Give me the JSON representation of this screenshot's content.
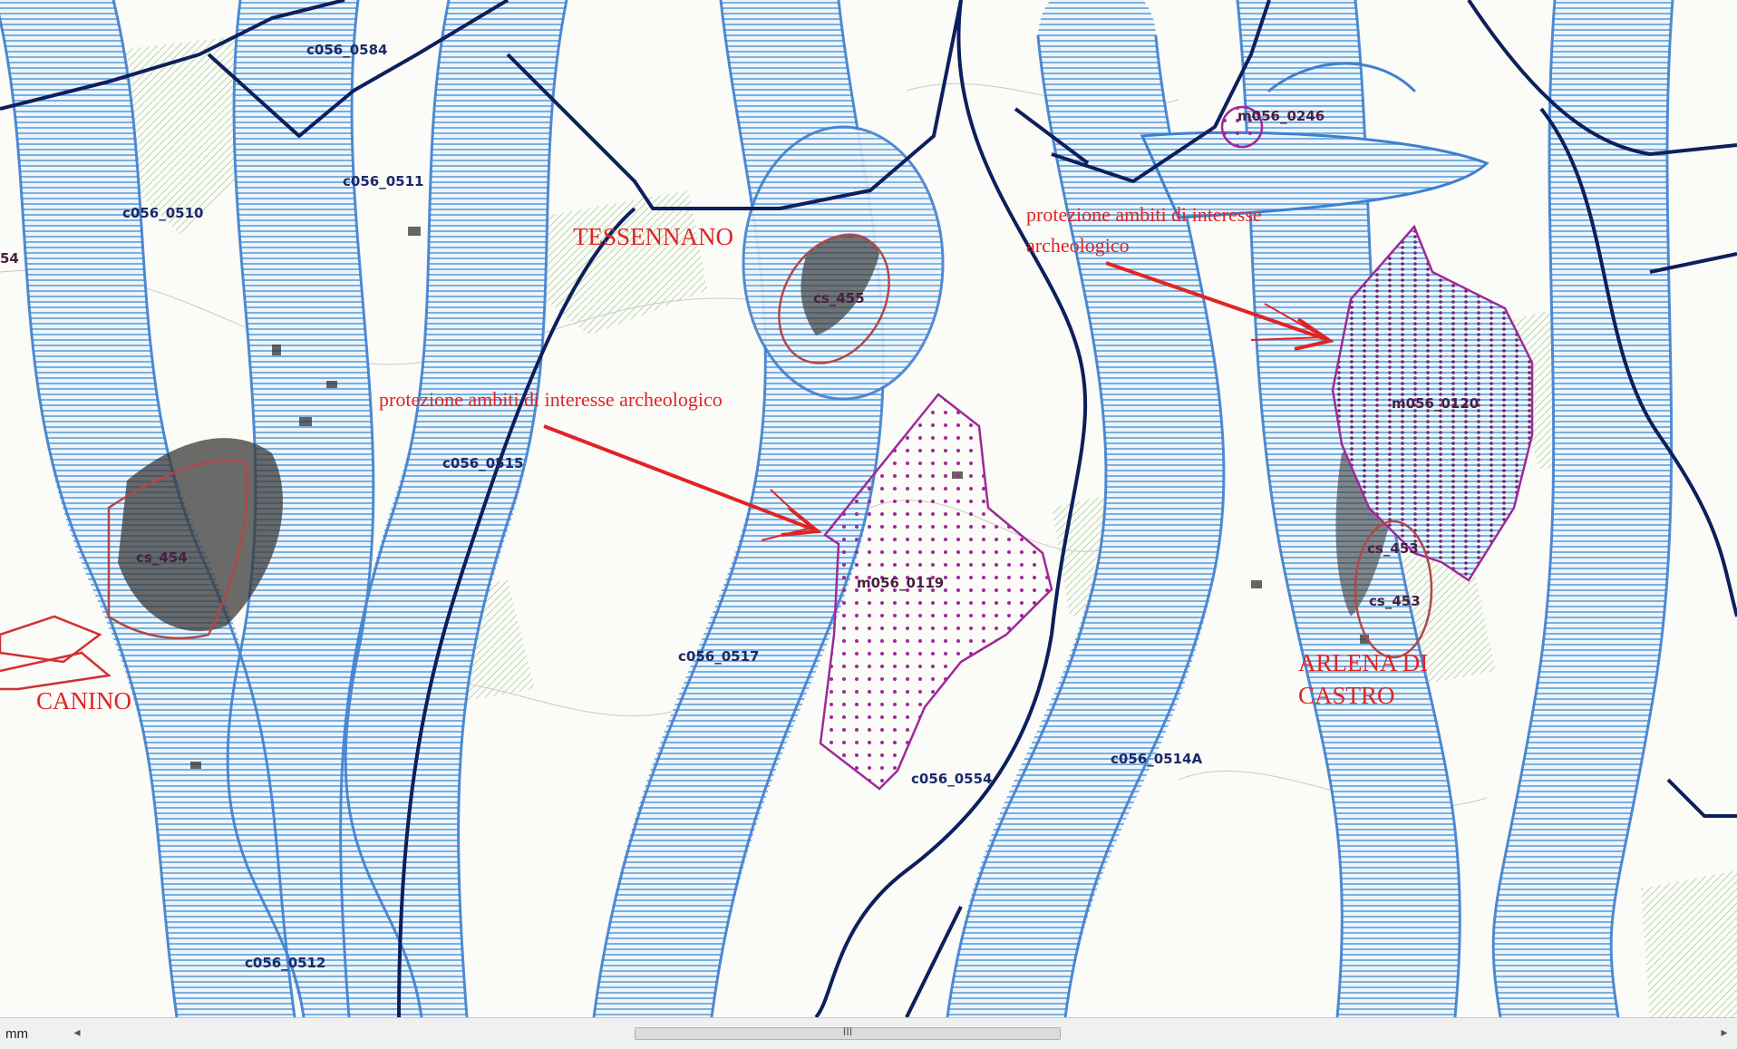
{
  "map": {
    "towns": [
      {
        "name": "CANINO"
      },
      {
        "name": "TESSENNANO"
      },
      {
        "name": "ARLENA DI CASTRO"
      }
    ],
    "annotations": [
      {
        "text": "protezione ambiti di interesse archeologico"
      },
      {
        "text_line1": "protezione ambiti di interesse",
        "text_line2": "archeologico"
      }
    ],
    "codes": {
      "c0584": "c056_0584",
      "c0510": "c056_0510",
      "c0511": "c056_0511",
      "c0515": "c056_0515",
      "c0517": "c056_0517",
      "c0512": "c056_0512",
      "c0554": "c056_0554",
      "c0514A": "c056_0514A",
      "m0119": "m056_0119",
      "m0120": "m056_0120",
      "m0246": "m056_0246",
      "cs455": "cs_455",
      "cs454": "cs_454",
      "cs453a": "cs_453",
      "cs453b": "cs_453",
      "edge54": "54"
    },
    "colors": {
      "water_band": "#3f7fcf",
      "hatch": "#5aa0d8",
      "boundary": "#0d1f5c",
      "archaeo_zone": "#a0289a",
      "settlement_outline": "#b04848",
      "label_red": "#e02424",
      "vegetation": "#6aa84f"
    }
  },
  "statusbar": {
    "unit": "mm",
    "scroll_grip": "III",
    "left_arrow": "◂",
    "right_arrow": "▸"
  }
}
